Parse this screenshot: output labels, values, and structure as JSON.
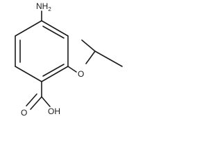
{
  "molecule": {
    "atoms": {
      "amine": {
        "symbol": "N",
        "hydrogens": "H",
        "count": "2"
      },
      "ether_oxygen": {
        "symbol": "O"
      },
      "carbonyl_oxygen": {
        "symbol": "O"
      },
      "hydroxyl": {
        "symbol": "OH"
      }
    },
    "colors": {
      "bond": "#1a1a1a",
      "label": "#1a1a1a",
      "background": "#ffffff"
    }
  }
}
